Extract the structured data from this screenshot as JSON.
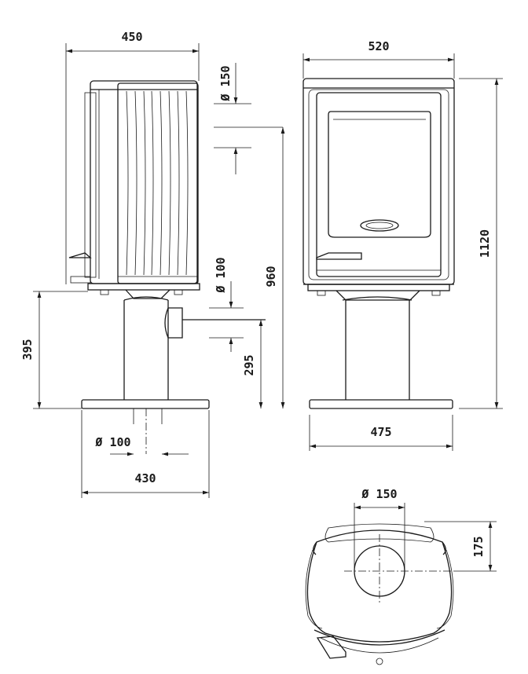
{
  "dimensions": {
    "side_width": "450",
    "front_width": "520",
    "flue_top_diameter": "Ø 150",
    "height_to_flue": "960",
    "total_height": "1120",
    "rear_flue_diameter": "Ø 100",
    "rear_flue_height": "295",
    "pedestal_height": "395",
    "base_depth": "475",
    "base_flue_diameter": "Ø 100",
    "base_width": "430",
    "top_flue_diameter": "Ø 150",
    "top_flue_offset": "175"
  },
  "colors": {
    "line": "#1a1a1a",
    "background": "#ffffff"
  }
}
